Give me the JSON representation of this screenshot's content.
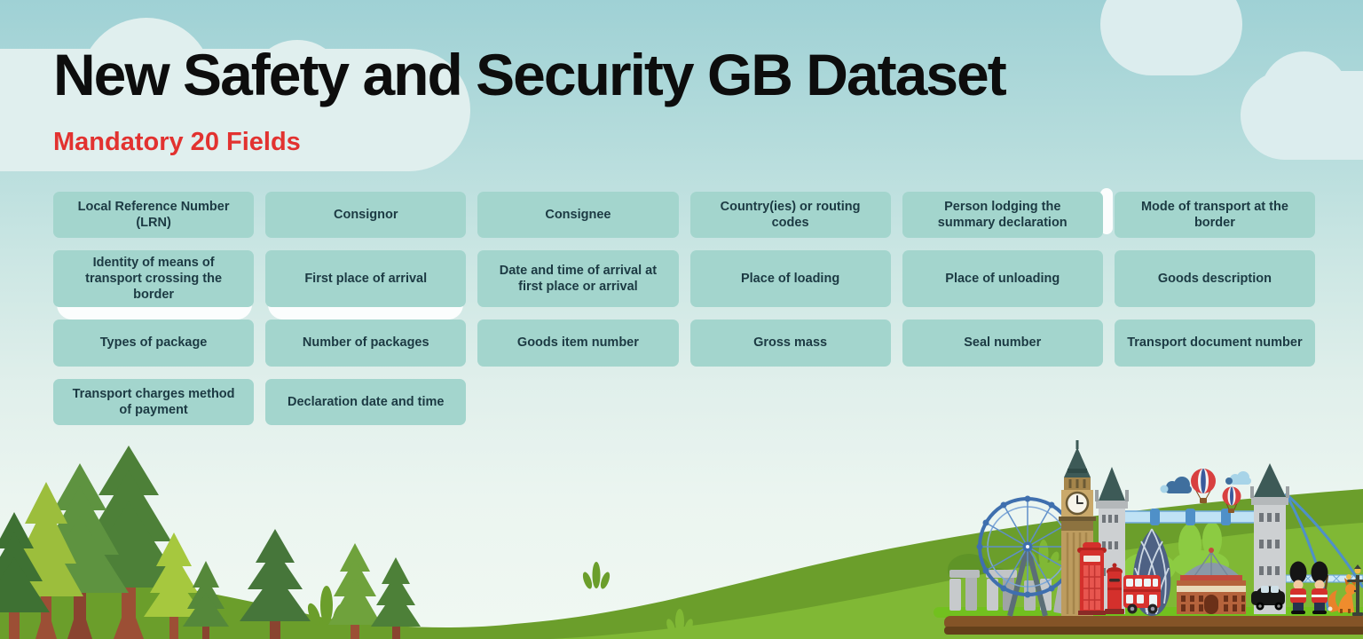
{
  "slide": {
    "title": "New Safety and Security GB Dataset",
    "subtitle": "Mandatory 20 Fields"
  },
  "fields": [
    "Local Reference Number (LRN)",
    "Consignor",
    "Consignee",
    "Country(ies) or routing codes",
    "Person lodging the summary declaration",
    "Mode of transport at the border",
    "Identity of means of transport crossing the border",
    "First place of arrival",
    "Date and time of arrival at first place or arrival",
    "Place of loading",
    "Place of unloading",
    "Goods description",
    "Types of package",
    "Number of packages",
    "Goods item number",
    "Gross mass",
    "Seal number",
    "Transport document number",
    "Transport charges method of payment",
    "Declaration date and time"
  ],
  "scene": {
    "left_illustration": "pine-forest",
    "right_illustration": "london-skyline",
    "landmarks": [
      "stonehenge",
      "london-eye",
      "big-ben",
      "tower-bridge",
      "red-telephone-box",
      "post-box",
      "double-decker-bus",
      "the-gherkin",
      "royal-albert-hall",
      "black-cab",
      "queens-guards",
      "fox",
      "street-lamp",
      "hot-air-balloons",
      "clouds"
    ]
  },
  "colors": {
    "title": "#0d0d0d",
    "accent_red": "#e23230",
    "card_bg": "#a3d5cd",
    "card_text": "#1c3a43",
    "sky_top": "#9fd1d5",
    "sky_bottom": "#f0f8f2",
    "hill_dark": "#6b9e2b",
    "hill_light": "#80b835"
  }
}
